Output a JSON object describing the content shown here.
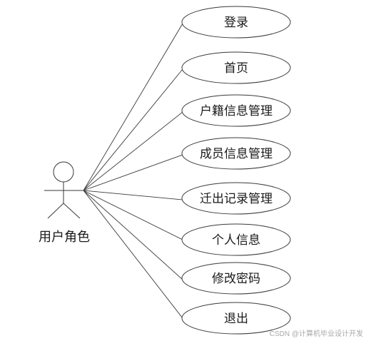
{
  "actor": {
    "label": "用户角色"
  },
  "use_cases": [
    {
      "label": "登录"
    },
    {
      "label": "首页"
    },
    {
      "label": "户籍信息管理"
    },
    {
      "label": "成员信息管理"
    },
    {
      "label": "迁出记录管理"
    },
    {
      "label": "个人信息"
    },
    {
      "label": "修改密码"
    },
    {
      "label": "退出"
    }
  ],
  "watermark": "CSDN @计算机毕业设计开发"
}
